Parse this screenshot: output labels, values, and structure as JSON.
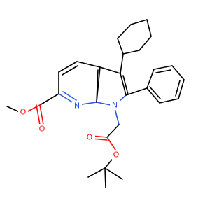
{
  "molecule": {
    "atom_labels": {
      "ester_o_single": "O",
      "ester_o_double": "O",
      "pyridine_n": "N",
      "pyrrole_n": "N",
      "tbu_o_double": "O",
      "tbu_o_single": "O"
    },
    "colors": {
      "carbon_bond": "#000000",
      "oxygen": "#ff0d0d",
      "nitrogen": "#2e57e6"
    }
  }
}
